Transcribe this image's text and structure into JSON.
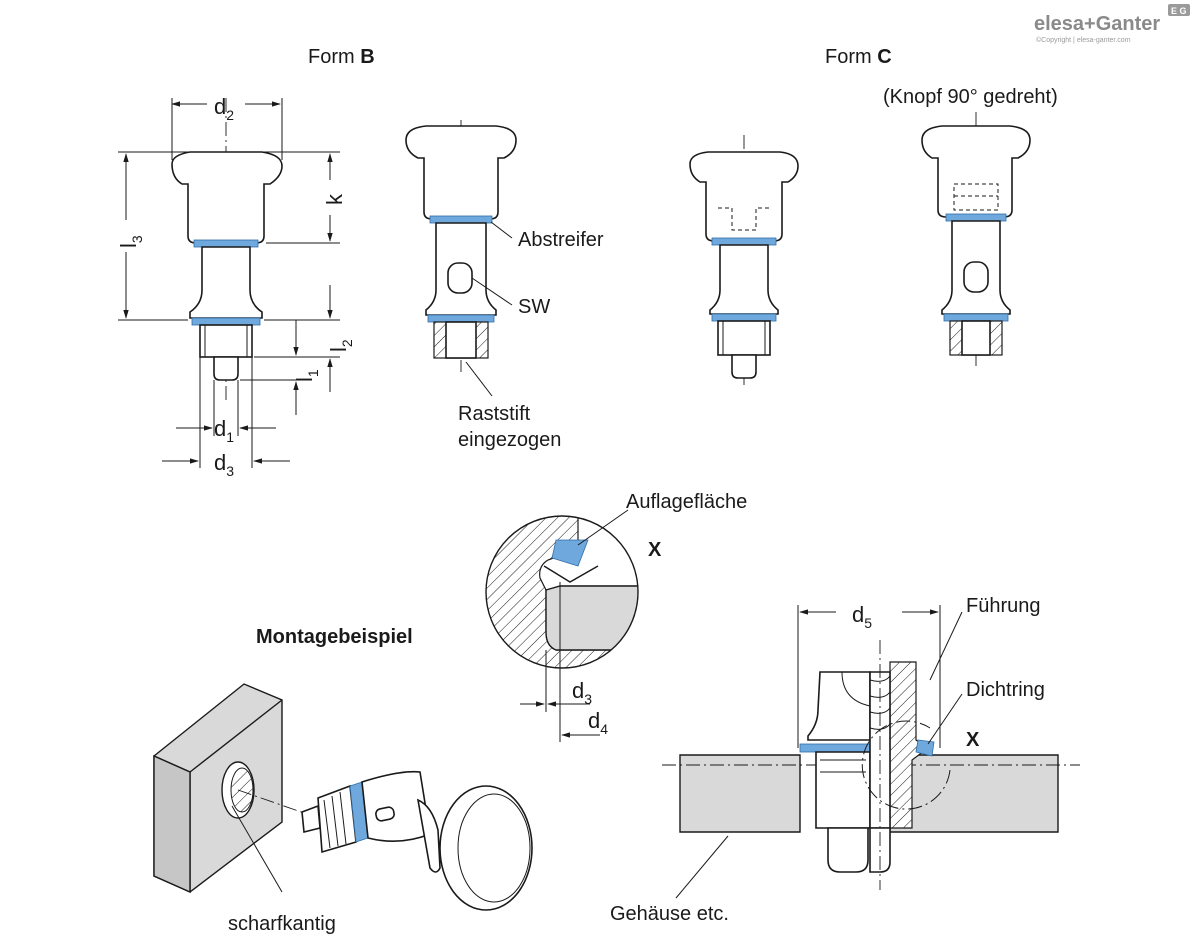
{
  "brand": {
    "logo": "elesa+Ganter",
    "copyright": "©Copyright | elesa-ganter.com",
    "badge": "E G"
  },
  "views": {
    "form_b": {
      "prefix": "Form ",
      "letter": "B"
    },
    "form_c": {
      "prefix": "Form ",
      "letter": "C",
      "note": "(Knopf 90° gedreht)"
    }
  },
  "dimensions": {
    "d2": {
      "base": "d",
      "sub": "2"
    },
    "l3": {
      "base": "l",
      "sub": "3"
    },
    "k": "k",
    "l2": {
      "base": "l",
      "sub": "2"
    },
    "l1": {
      "base": "l",
      "sub": "1"
    },
    "d1": {
      "base": "d",
      "sub": "1"
    },
    "d3": {
      "base": "d",
      "sub": "3"
    },
    "d3_detail": {
      "base": "d",
      "sub": "3"
    },
    "d4": {
      "base": "d",
      "sub": "4"
    },
    "d5": {
      "base": "d",
      "sub": "5"
    }
  },
  "labels": {
    "abstreifer": "Abstreifer",
    "sw": "SW",
    "raststift_1": "Raststift",
    "raststift_2": "eingezogen",
    "auflageflaeche": "Auflagefläche",
    "x_detail": "X",
    "x_mount": "X",
    "montagebeispiel": "Montagebeispiel",
    "fuehrung": "Führung",
    "dichtring": "Dichtring",
    "scharfkantig": "scharfkantig",
    "gehaeuse": "Gehäuse etc."
  },
  "colors": {
    "seal_blue": "#6fa8dc",
    "housing_gray": "#d9d9d9",
    "line": "#1a1a1a"
  }
}
